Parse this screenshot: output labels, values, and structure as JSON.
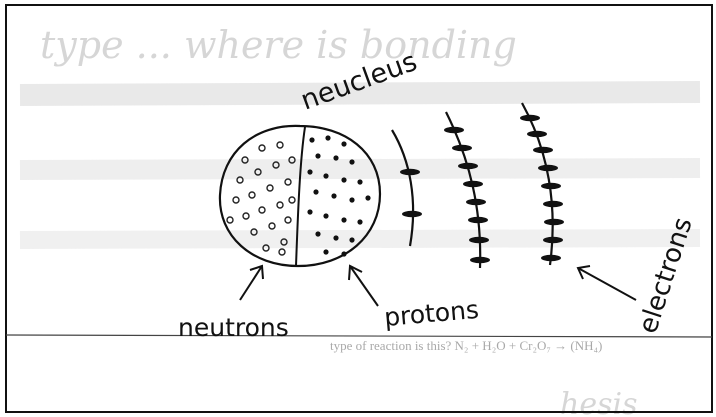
{
  "labels": {
    "nucleus": "neucleus",
    "neutrons": "neutrons",
    "protons": "protons",
    "electrons": "electrons"
  },
  "faded_text": {
    "line1": "type ... where is bonding",
    "line2": "type of reaction is this?  N₂ + H₂O + Cr₂O₇ → (NH₄)",
    "line3": "hesis"
  },
  "colors": {
    "ink": "#111111",
    "paper": "#ffffff",
    "ghost": "#cfcfcf"
  }
}
